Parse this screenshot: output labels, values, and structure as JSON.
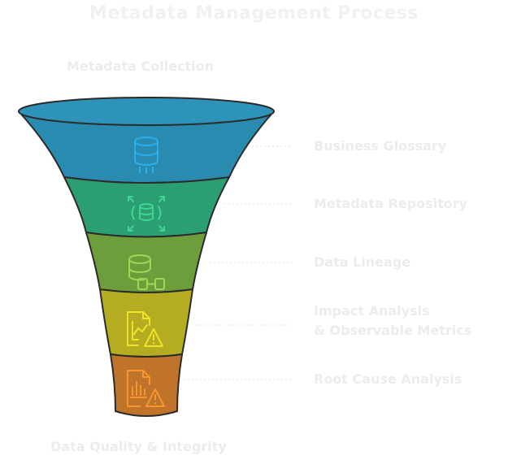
{
  "title": "Metadata Management Process",
  "top_label": "Metadata Collection",
  "bottom_label": "Data Quality & Integrity",
  "stages": [
    {
      "lines": [
        "Business Glossary"
      ],
      "icon": "database-icon",
      "color": "#2a8bb0"
    },
    {
      "lines": [
        "Metadata Repository"
      ],
      "icon": "database-expand-icon",
      "color": "#2c9f72"
    },
    {
      "lines": [
        "Data Lineage"
      ],
      "icon": "database-link-icon",
      "color": "#6e9e3c"
    },
    {
      "lines": [
        "Impact Analysis",
        "& Observable Metrics"
      ],
      "icon": "chart-warning-icon",
      "color": "#b4ad22"
    },
    {
      "lines": [
        "Root Cause Analysis"
      ],
      "icon": "bar-chart-warning-icon",
      "color": "#c0732a"
    }
  ]
}
